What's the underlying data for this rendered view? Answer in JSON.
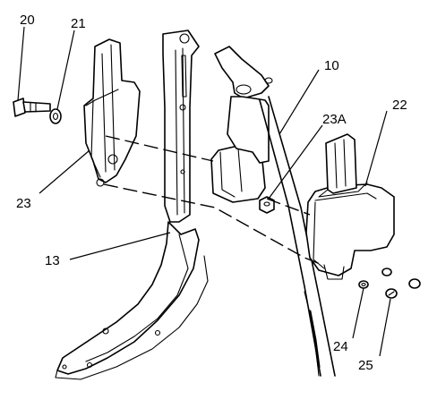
{
  "callouts": [
    {
      "id": "c20",
      "label": "20"
    },
    {
      "id": "c21",
      "label": "21"
    },
    {
      "id": "c10",
      "label": "10"
    },
    {
      "id": "c22",
      "label": "22"
    },
    {
      "id": "c23A",
      "label": "23A"
    },
    {
      "id": "c23",
      "label": "23"
    },
    {
      "id": "c13",
      "label": "13"
    },
    {
      "id": "c24",
      "label": "24"
    },
    {
      "id": "c25",
      "label": "25"
    }
  ]
}
